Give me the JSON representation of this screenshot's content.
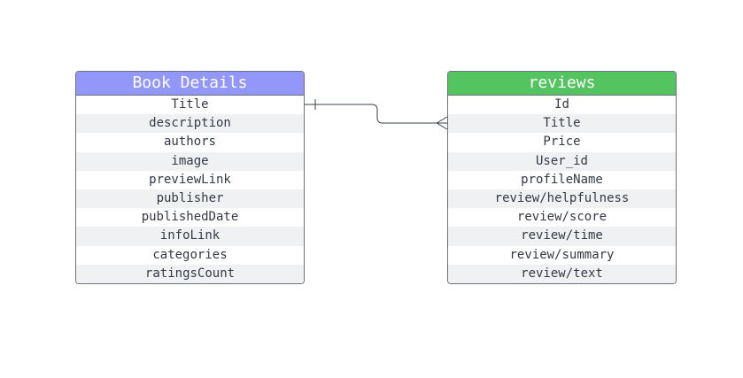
{
  "entities": {
    "book_details": {
      "title": "Book Details",
      "header_color": "#9497fa",
      "fields": [
        "Title",
        "description",
        "authors",
        "image",
        "previewLink",
        "publisher",
        "publishedDate",
        "infoLink",
        "categories",
        "ratingsCount"
      ]
    },
    "reviews": {
      "title": "reviews",
      "header_color": "#53c460",
      "fields": [
        "Id",
        "Title",
        "Price",
        "User_id",
        "profileName",
        "review/helpfulness",
        "review/score",
        "review/time",
        "review/summary",
        "review/text"
      ]
    }
  },
  "relationship": {
    "from": "Book Details.Title",
    "from_cardinality": "one",
    "to": "reviews.Title",
    "to_cardinality": "many",
    "line_color": "#3a3f4a"
  }
}
